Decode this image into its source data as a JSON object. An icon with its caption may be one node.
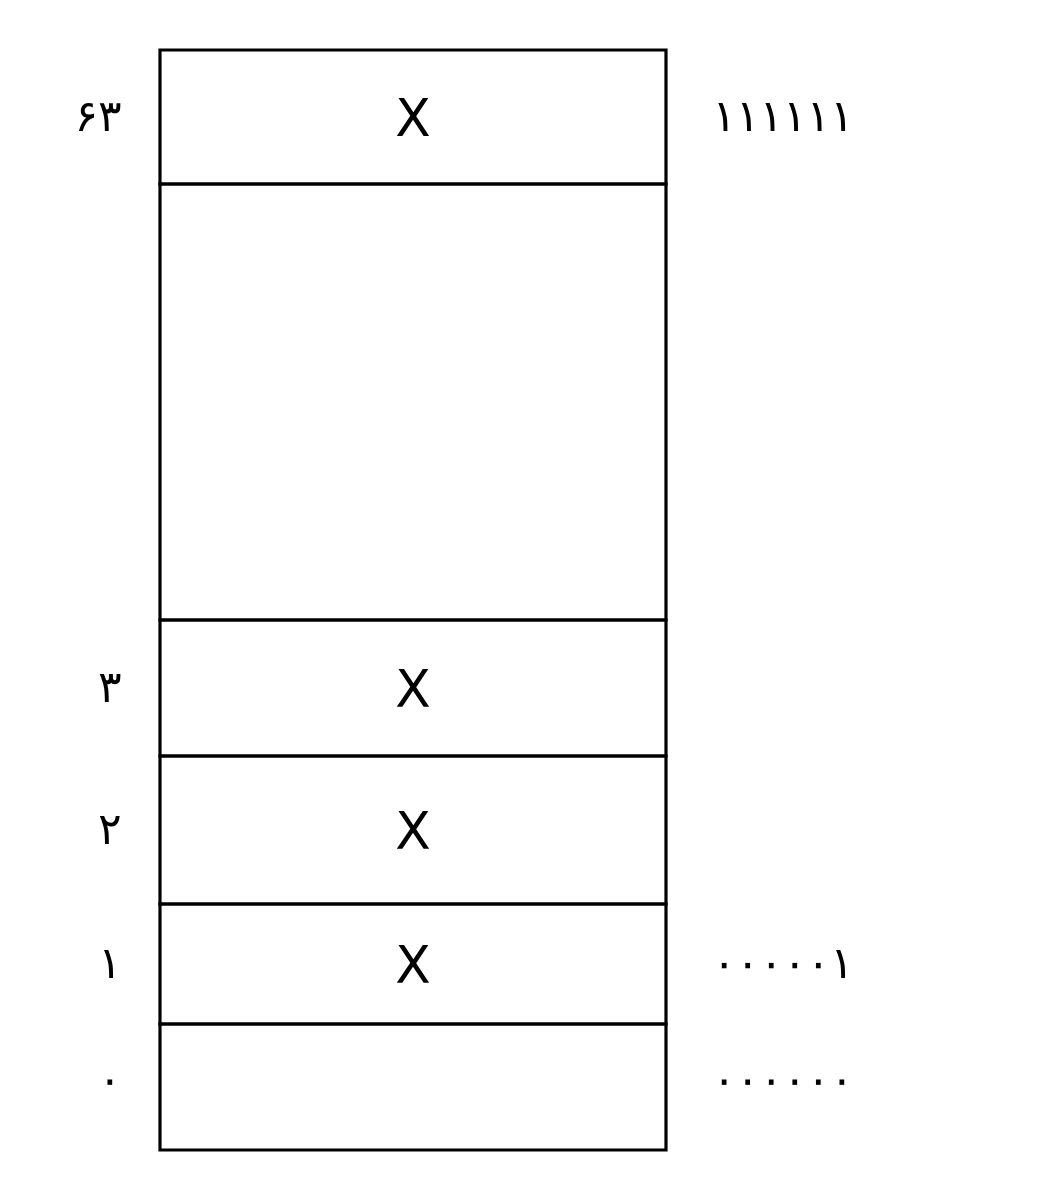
{
  "diagram": {
    "nodes": [
      {
        "text": [
          "X"
        ],
        "beside": [
          "۶۳",
          "۱۱۱۱۱۱"
        ]
      },
      {
        "text": [],
        "shape": "box"
      },
      {
        "text": [
          "X"
        ],
        "beside": [
          "۳"
        ]
      },
      {
        "text": [
          "X"
        ],
        "beside": [
          "۲"
        ]
      },
      {
        "text": [
          "X"
        ],
        "beside": [
          "۱",
          "۰۰۰۰۰۱"
        ]
      },
      {
        "text": [],
        "shape": "box",
        "beside": [
          "۰",
          "۰۰۰۰۰۰"
        ]
      }
    ]
  }
}
